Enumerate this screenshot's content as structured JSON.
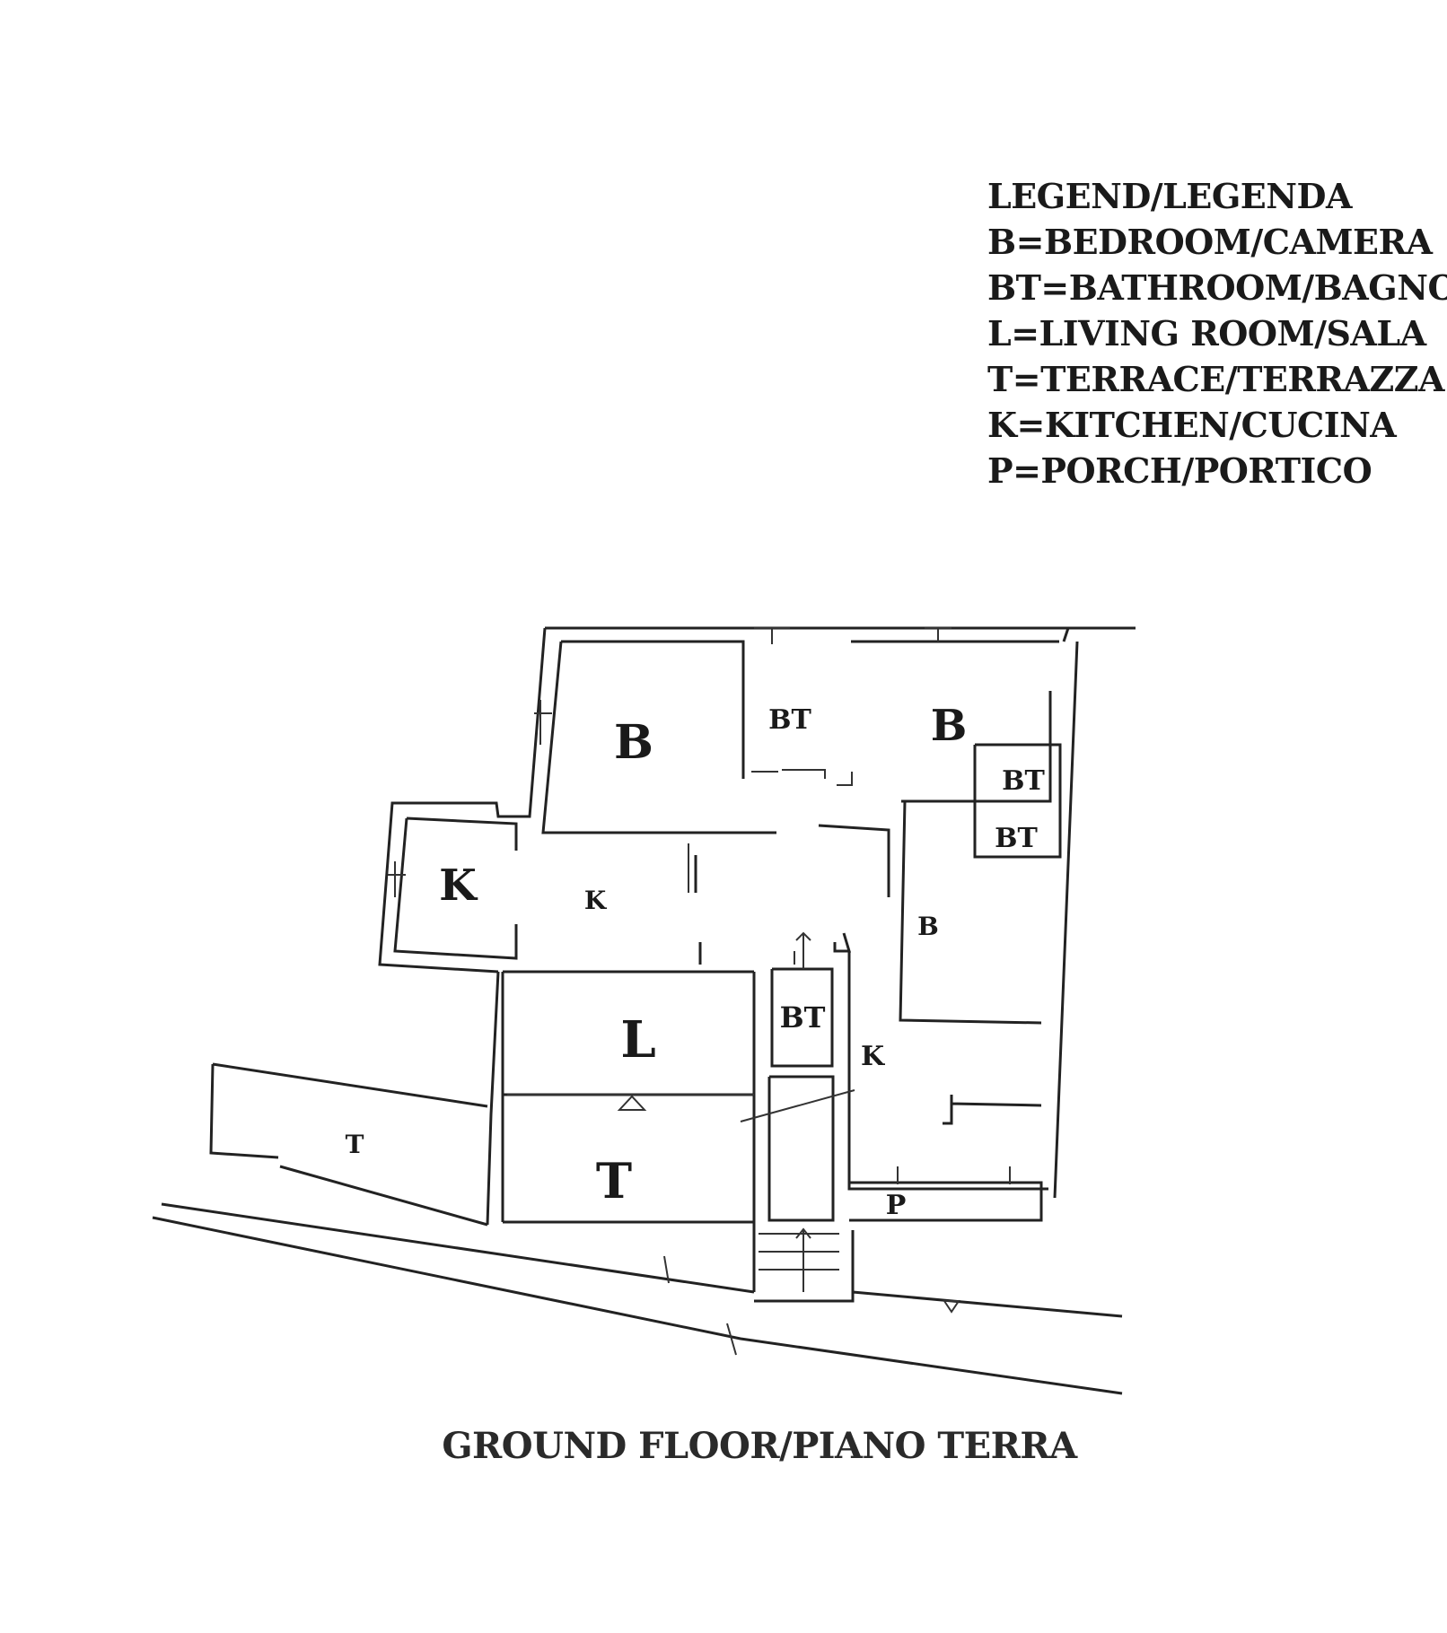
{
  "legend": {
    "title": "LEGEND/LEGENDA",
    "items": [
      "B=BEDROOM/CAMERA",
      "BT=BATHROOM/BAGNO",
      "L=LIVING ROOM/SALA",
      "T=TERRACE/TERRAZZA",
      "K=KITCHEN/CUCINA",
      "P=PORCH/PORTICO"
    ]
  },
  "rooms": {
    "bedroom_1": "B",
    "bathroom_1": "BT",
    "bedroom_2": "B",
    "bathroom_2": "BT",
    "bathroom_3": "BT",
    "kitchen_1": "K",
    "kitchen_2": "K",
    "bedroom_3": "B",
    "living": "L",
    "bathroom_4": "BT",
    "kitchen_3": "K",
    "terrace_1": "T",
    "terrace_2": "T",
    "porch": "P"
  },
  "caption": "GROUND FLOOR/PIANO TERRA"
}
